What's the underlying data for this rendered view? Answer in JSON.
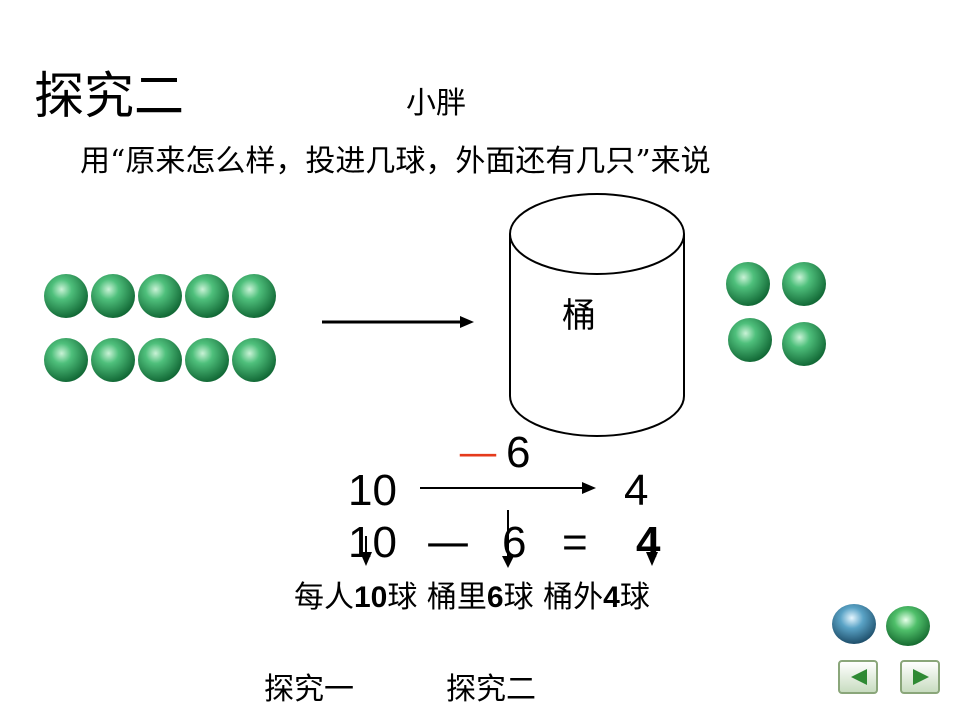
{
  "title": "探究二",
  "speaker": "小胖",
  "instruction": "用“原来怎么样，投进几球，外面还有几只”来说",
  "bucket_label": "桶",
  "diagram": {
    "minus_sign": "—",
    "subtrahend": "6",
    "start": "10",
    "result": "4"
  },
  "equation": {
    "a": "10",
    "op": "—",
    "b": "6",
    "eq": "=",
    "result": "4"
  },
  "labels": {
    "l1_pre": "每人",
    "l1_num": "10",
    "l1_post": "球",
    "l2_pre": "桶里",
    "l2_num": "6",
    "l2_post": "球",
    "l3_pre": "桶外",
    "l3_num": "4",
    "l3_post": "球"
  },
  "nav": {
    "link1": "探究一",
    "link2": "探究二"
  },
  "colors": {
    "ball": "#2e9a5c",
    "minus_red": "#e53a1c",
    "nav_orb_blue": "#2f6e8e",
    "nav_orb_green": "#2a8a4a"
  },
  "icons": {
    "prev": "arrow-left-icon",
    "next": "arrow-right-icon"
  }
}
